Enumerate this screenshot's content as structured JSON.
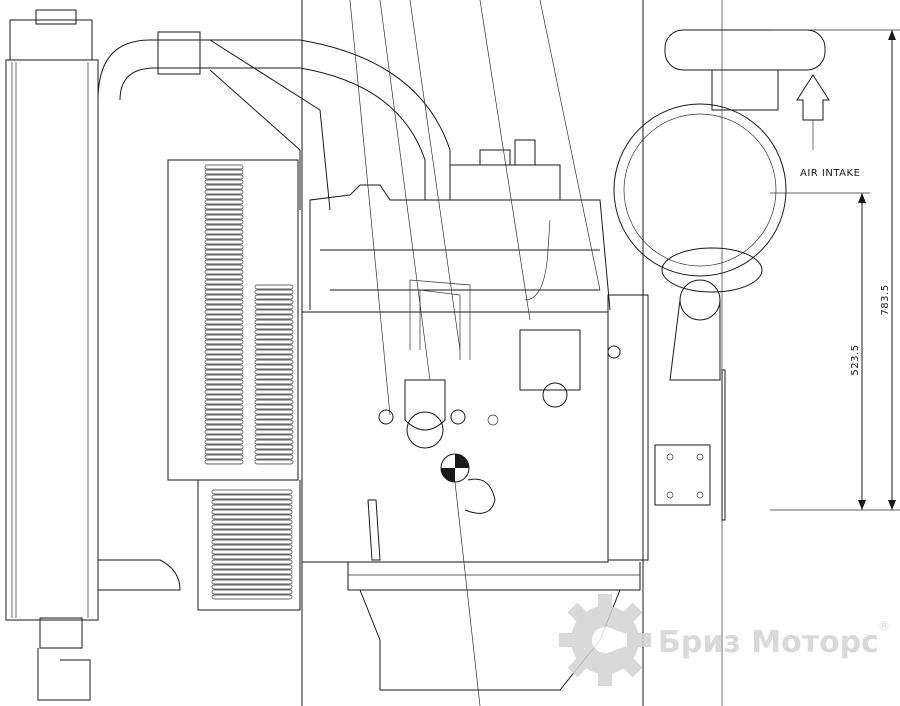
{
  "annotations": {
    "air_intake": "AIR INTAKE",
    "dim_total": "783.5",
    "dim_mount": "523.5"
  },
  "watermark": {
    "text": "Бриз Моторс",
    "mark": "®",
    "color": "#d3d3d3",
    "icon": "gear-icon"
  },
  "colors": {
    "line": "#1a1a1a",
    "background": "#ffffff"
  }
}
